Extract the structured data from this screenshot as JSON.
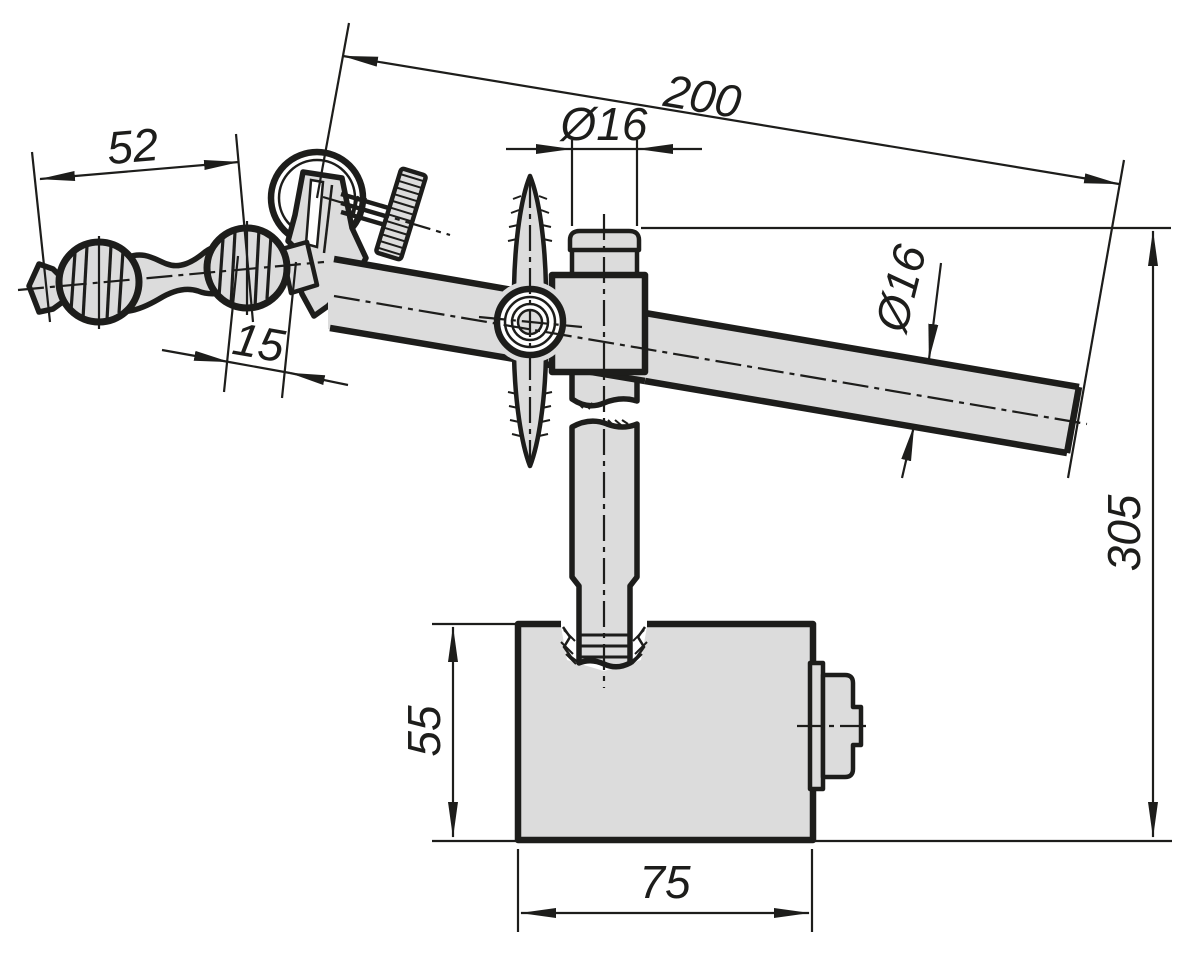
{
  "drawing": {
    "type": "technical-dimension-drawing",
    "subject": "magnetic-base measuring stand side view",
    "colors": {
      "line": "#1d1d1b",
      "part_fill": "#dcdcdc",
      "background": "#ffffff"
    },
    "labels": {
      "holder_length": "52",
      "ball_diameter": "15",
      "rod_length": "200",
      "column_diameter": "Ø16",
      "rod_diameter": "Ø16",
      "overall_height": "305",
      "base_height": "55",
      "base_length": "75"
    }
  }
}
